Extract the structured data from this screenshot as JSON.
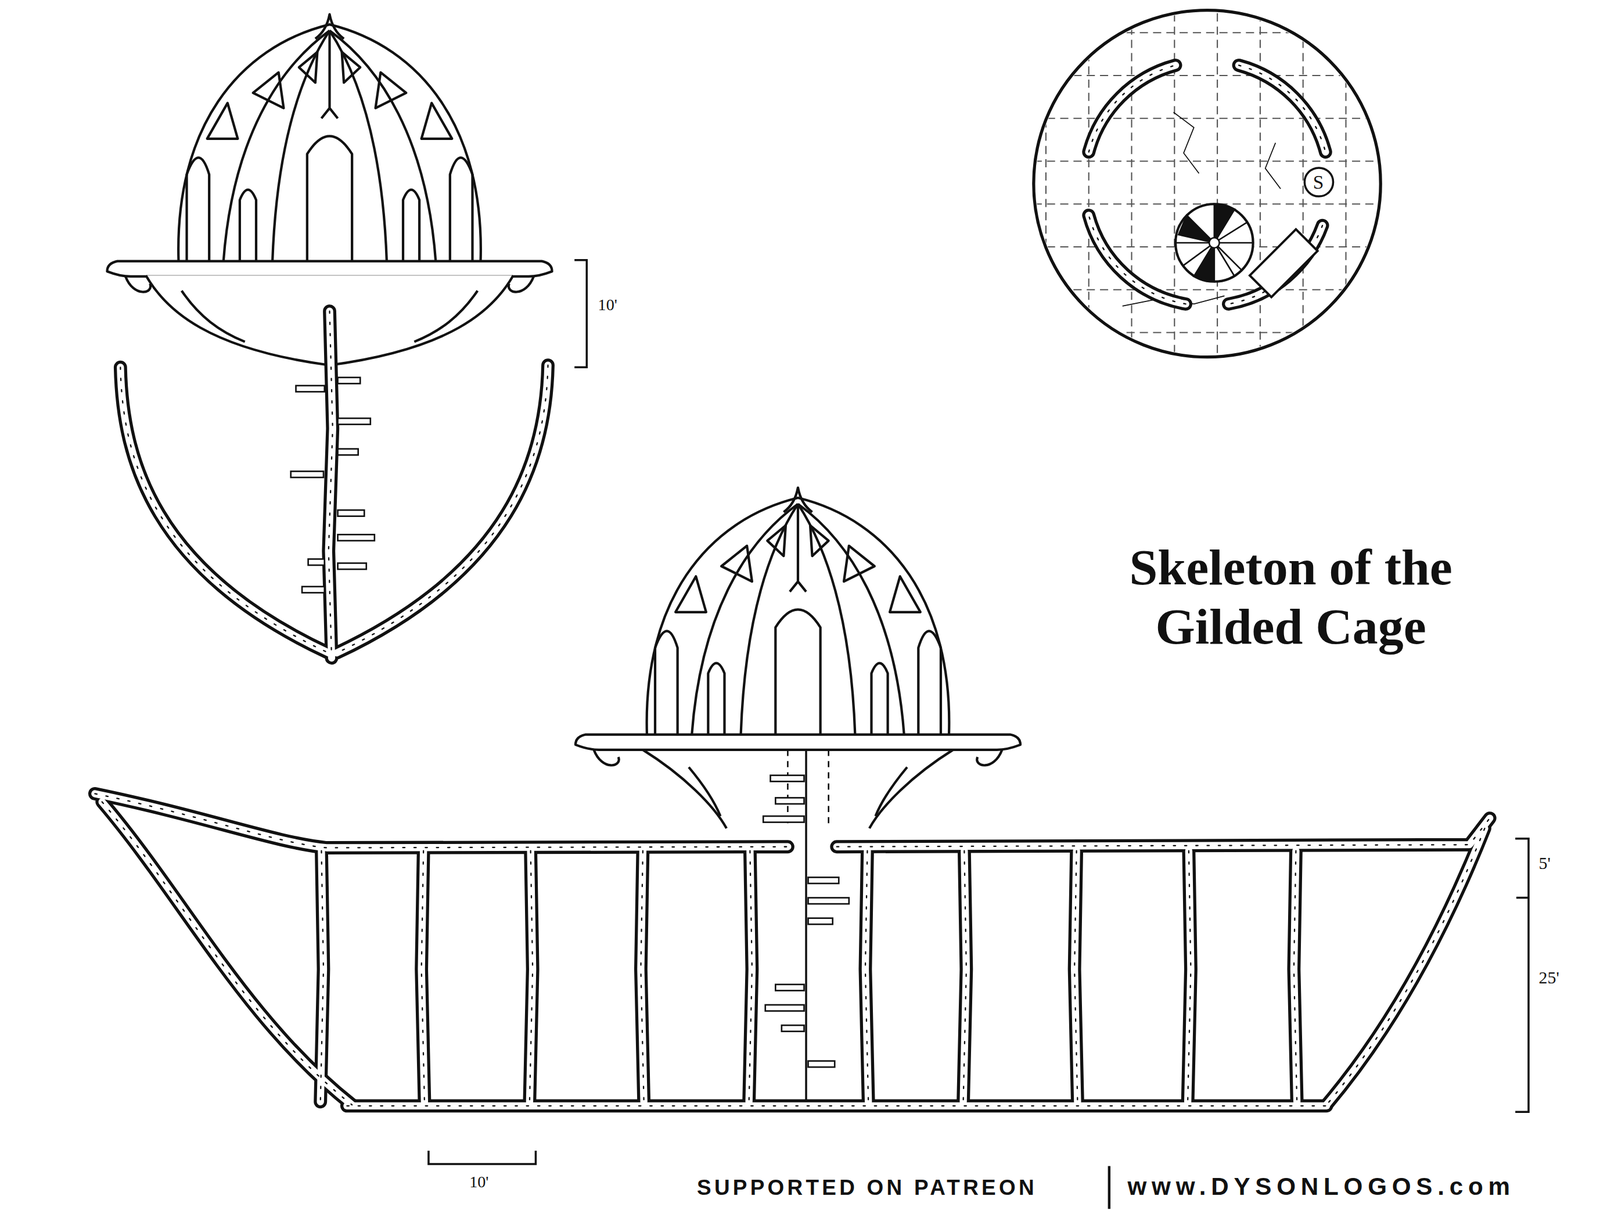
{
  "diagram": {
    "title": "Skeleton of the Gilded Cage",
    "nodes": [
      {
        "text": [
          "S"
        ]
      }
    ],
    "labels": [
      "10'",
      "5'",
      "25'",
      "10'",
      "SUPPORTED ON PATREON",
      "www.DYSONLOGOS.com"
    ]
  }
}
